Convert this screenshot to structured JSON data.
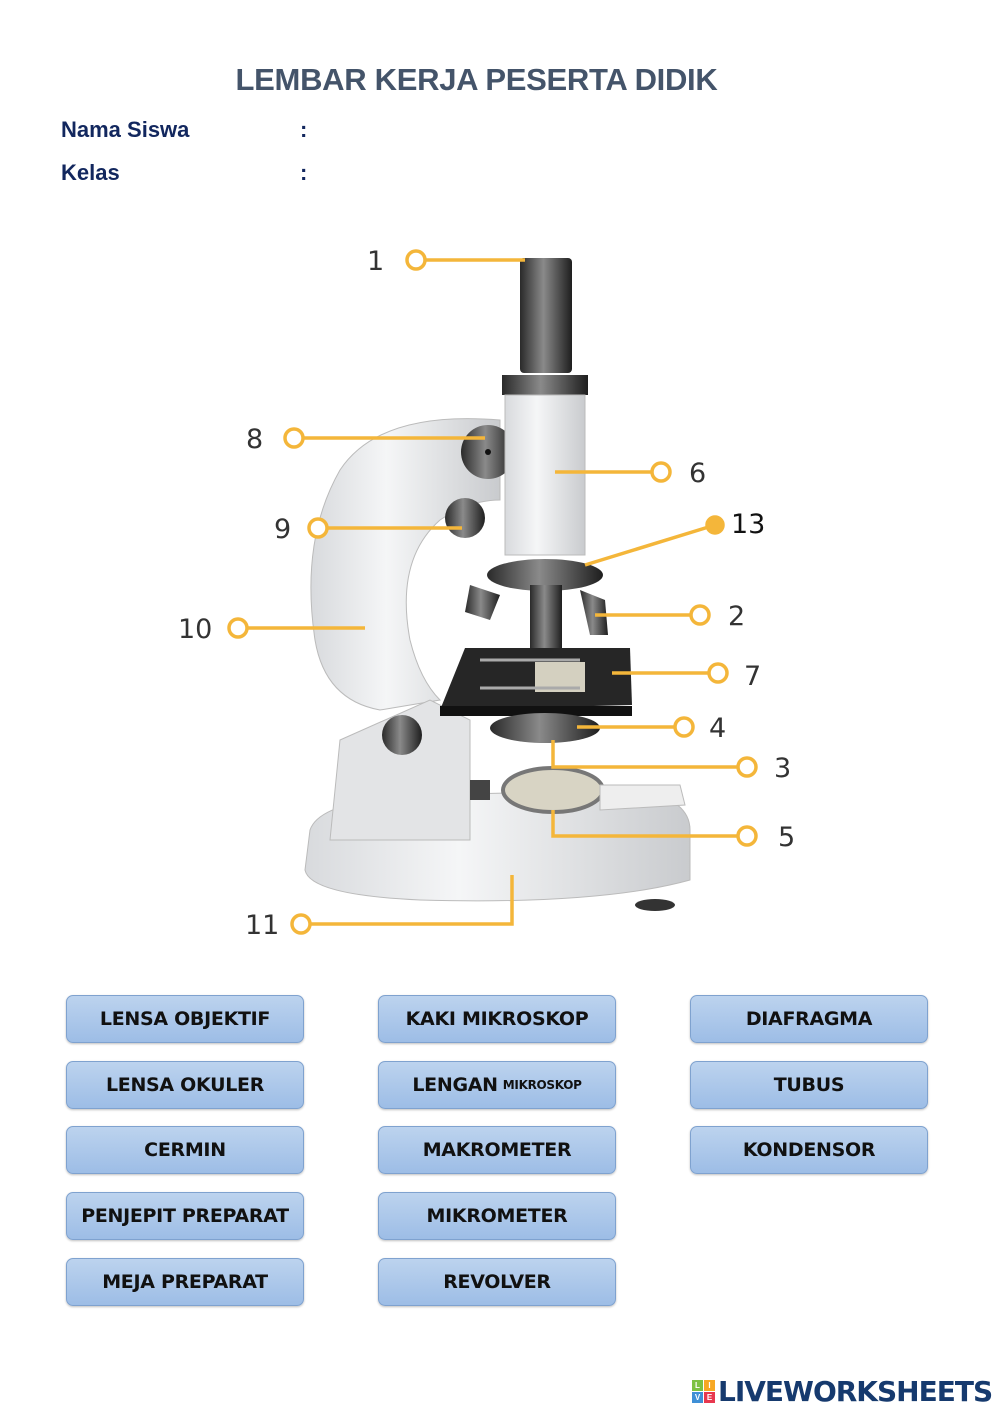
{
  "header": {
    "title": "LEMBAR KERJA PESERTA DIDIK",
    "fields": [
      {
        "label": "Nama Siswa",
        "separator": ":"
      },
      {
        "label": "Kelas",
        "separator": ":"
      }
    ]
  },
  "diagram": {
    "labels": [
      "1",
      "8",
      "9",
      "10",
      "6",
      "13",
      "2",
      "7",
      "4",
      "3",
      "5",
      "11"
    ],
    "accent_color": "#f4b63a"
  },
  "answer_options": [
    {
      "text": "LENSA OBJEKTIF"
    },
    {
      "text": "KAKI MIKROSKOP"
    },
    {
      "text": "DIAFRAGMA"
    },
    {
      "text": "LENSA OKULER"
    },
    {
      "text": "LENGAN",
      "small": "MIKROSKOP"
    },
    {
      "text": "TUBUS"
    },
    {
      "text": "CERMIN"
    },
    {
      "text": "MAKROMETER"
    },
    {
      "text": "KONDENSOR"
    },
    {
      "text": "PENJEPIT PREPARAT"
    },
    {
      "text": "MIKROMETER"
    },
    {
      "text": "MEJA PREPARAT"
    },
    {
      "text": "REVOLVER"
    }
  ],
  "footer": {
    "logo_letters": [
      "L",
      "I",
      "V",
      "E"
    ],
    "logo_text": "LIVEWORKSHEETS"
  }
}
